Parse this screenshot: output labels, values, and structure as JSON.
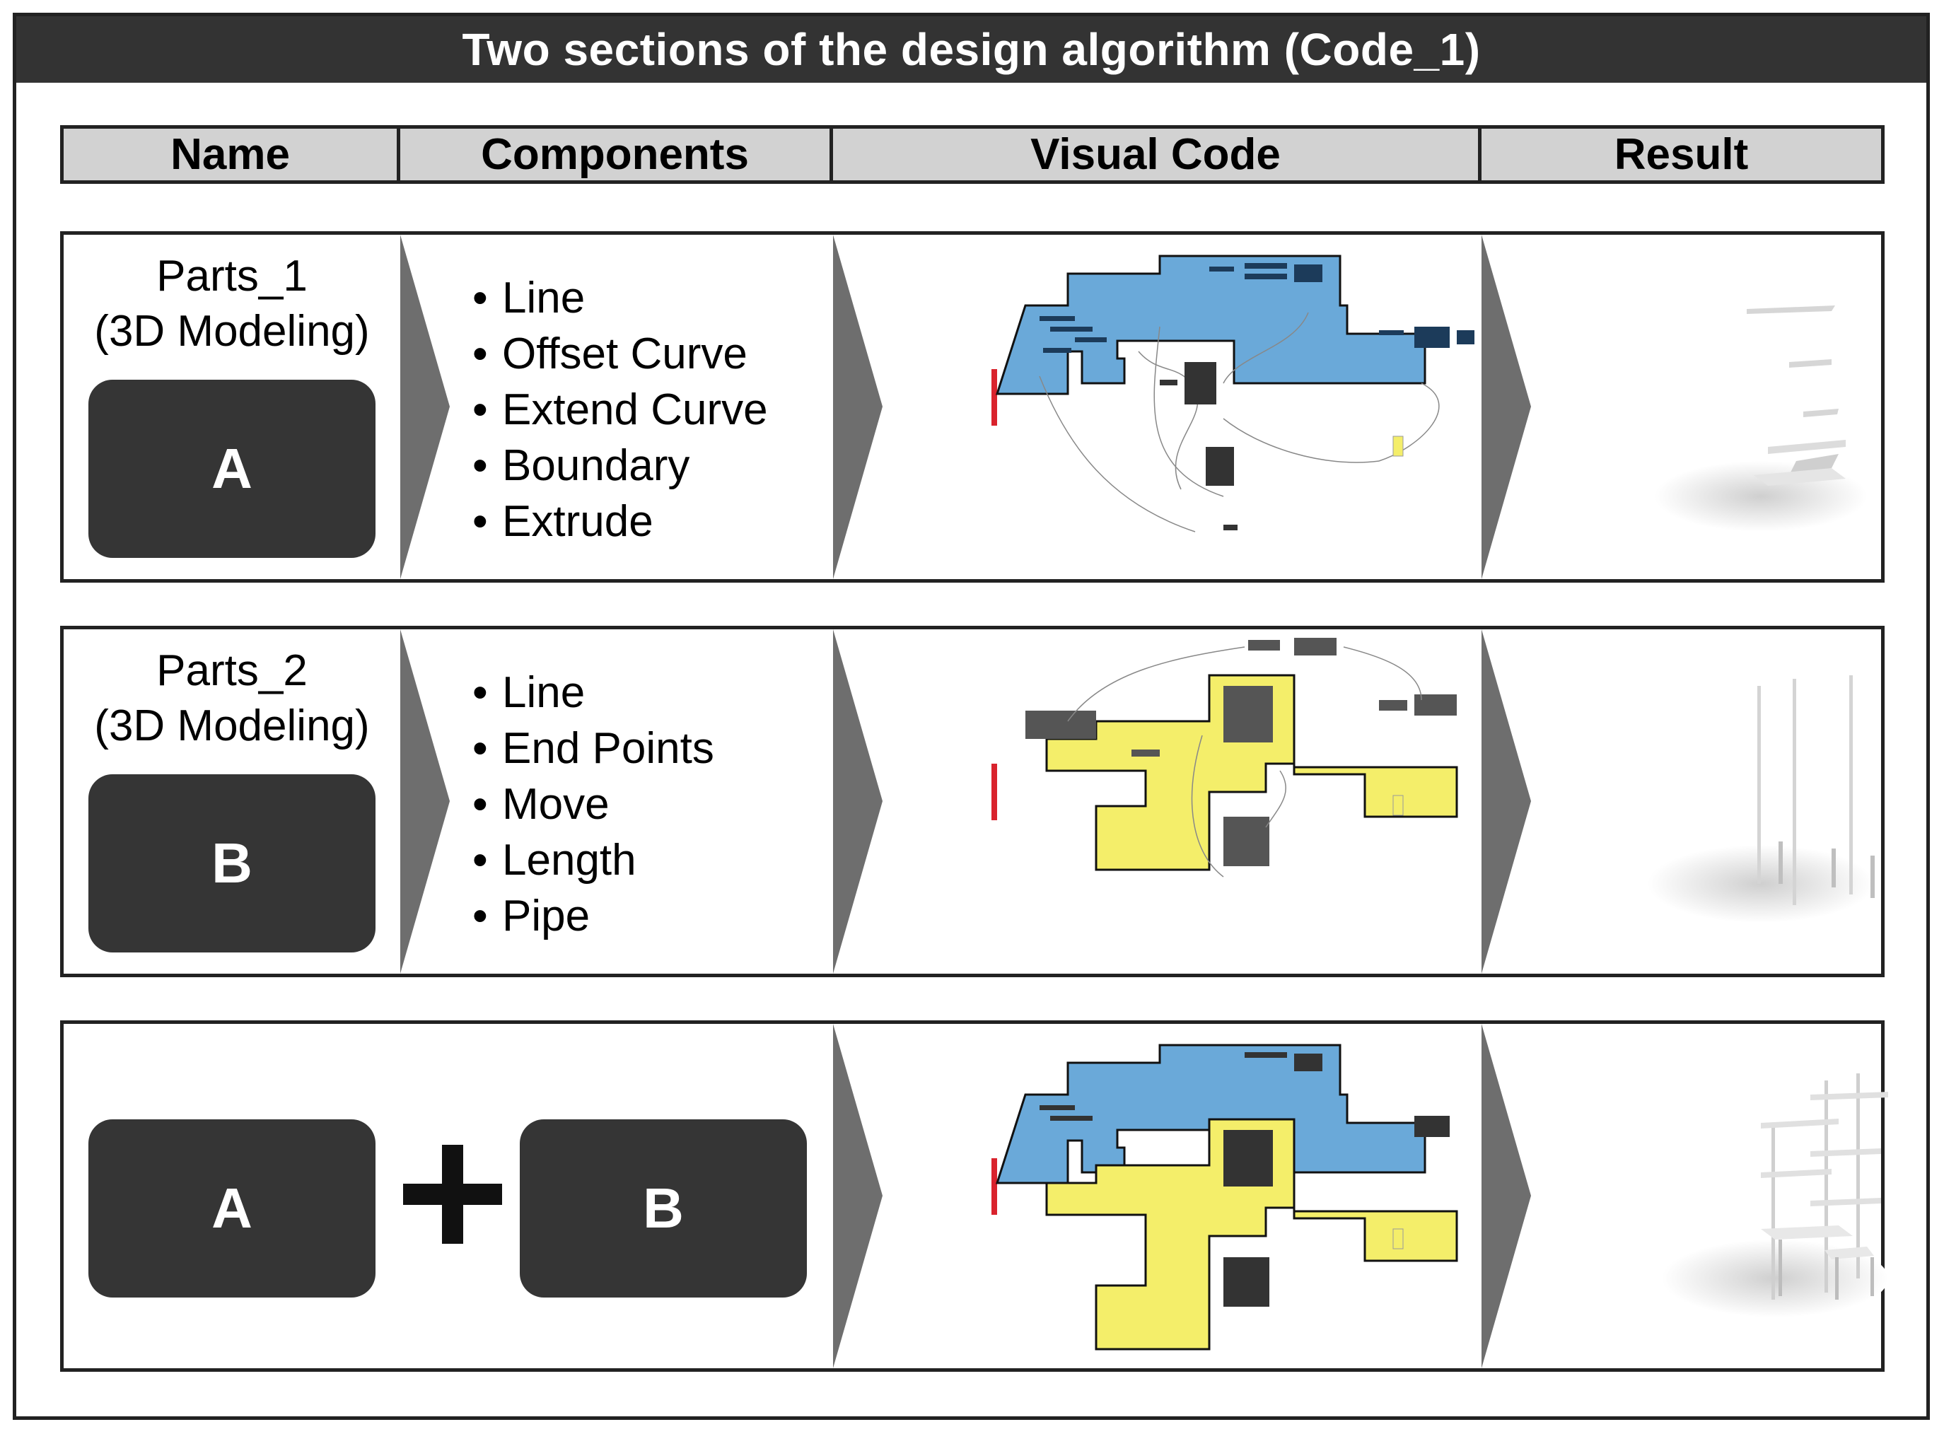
{
  "title": "Two sections of the design algorithm (Code_1)",
  "header": {
    "name": "Name",
    "components": "Components",
    "visual_code": "Visual Code",
    "result": "Result"
  },
  "rows": [
    {
      "name_line1": "Parts_1",
      "name_line2": "(3D Modeling)",
      "badge": "A",
      "components": [
        "Line",
        "Offset Curve",
        "Extend Curve",
        "Boundary",
        "Extrude"
      ],
      "group_color": "#6aa9d9"
    },
    {
      "name_line1": "Parts_2",
      "name_line2": "(3D Modeling)",
      "badge": "B",
      "components": [
        "Line",
        "End Points",
        "Move",
        "Length",
        "Pipe"
      ],
      "group_color": "#f4ee6a"
    },
    {
      "badge_left": "A",
      "badge_right": "B"
    }
  ],
  "colors": {
    "title_bg": "#333333",
    "header_bg": "#d2d2d2",
    "badge_bg": "#353535",
    "chevron": "#6e6e6e",
    "blue_group": "#6aa9d9",
    "yellow_group": "#f4ee6a"
  }
}
